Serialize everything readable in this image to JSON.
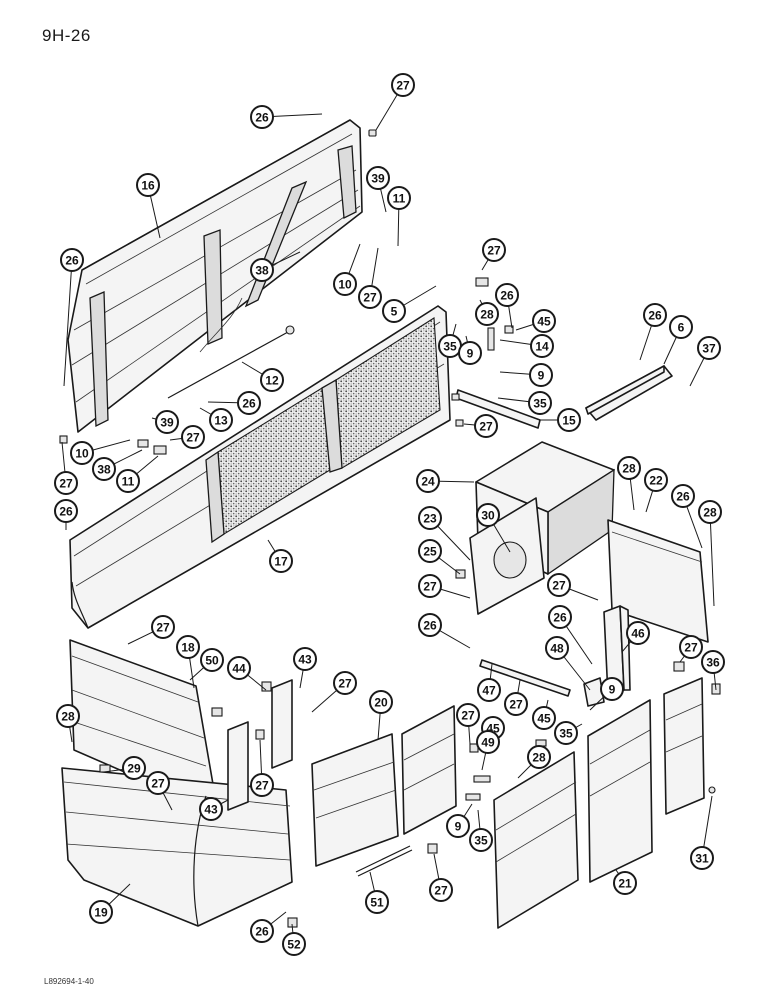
{
  "page_label": "9H-26",
  "reference_code": "L892694-1-40",
  "callouts": [
    {
      "n": "27"
    },
    {
      "n": "26"
    },
    {
      "n": "16"
    },
    {
      "n": "39"
    },
    {
      "n": "11"
    },
    {
      "n": "26"
    },
    {
      "n": "38"
    },
    {
      "n": "10"
    },
    {
      "n": "27"
    },
    {
      "n": "27"
    },
    {
      "n": "5"
    },
    {
      "n": "26"
    },
    {
      "n": "28"
    },
    {
      "n": "45"
    },
    {
      "n": "35"
    },
    {
      "n": "9"
    },
    {
      "n": "14"
    },
    {
      "n": "9"
    },
    {
      "n": "26"
    },
    {
      "n": "6"
    },
    {
      "n": "37"
    },
    {
      "n": "35"
    },
    {
      "n": "12"
    },
    {
      "n": "26"
    },
    {
      "n": "13"
    },
    {
      "n": "39"
    },
    {
      "n": "27"
    },
    {
      "n": "27"
    },
    {
      "n": "15"
    },
    {
      "n": "10"
    },
    {
      "n": "38"
    },
    {
      "n": "11"
    },
    {
      "n": "27"
    },
    {
      "n": "26"
    },
    {
      "n": "17"
    },
    {
      "n": "24"
    },
    {
      "n": "28"
    },
    {
      "n": "22"
    },
    {
      "n": "26"
    },
    {
      "n": "28"
    },
    {
      "n": "23"
    },
    {
      "n": "30"
    },
    {
      "n": "25"
    },
    {
      "n": "27"
    },
    {
      "n": "27"
    },
    {
      "n": "26"
    },
    {
      "n": "26"
    },
    {
      "n": "46"
    },
    {
      "n": "27"
    },
    {
      "n": "36"
    },
    {
      "n": "48"
    },
    {
      "n": "27"
    },
    {
      "n": "18"
    },
    {
      "n": "50"
    },
    {
      "n": "44"
    },
    {
      "n": "43"
    },
    {
      "n": "27"
    },
    {
      "n": "47"
    },
    {
      "n": "27"
    },
    {
      "n": "9"
    },
    {
      "n": "45"
    },
    {
      "n": "35"
    },
    {
      "n": "28"
    },
    {
      "n": "20"
    },
    {
      "n": "27"
    },
    {
      "n": "45"
    },
    {
      "n": "49"
    },
    {
      "n": "28"
    },
    {
      "n": "29"
    },
    {
      "n": "27"
    },
    {
      "n": "27"
    },
    {
      "n": "43"
    },
    {
      "n": "9"
    },
    {
      "n": "35"
    },
    {
      "n": "31"
    },
    {
      "n": "19"
    },
    {
      "n": "51"
    },
    {
      "n": "27"
    },
    {
      "n": "21"
    },
    {
      "n": "26"
    },
    {
      "n": "52"
    }
  ]
}
